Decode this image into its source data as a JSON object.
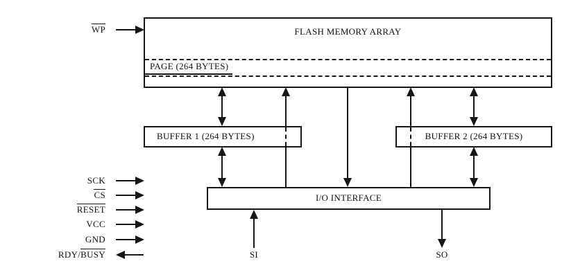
{
  "diagram": {
    "flash_array": {
      "title": "FLASH MEMORY ARRAY",
      "page_label": "PAGE (264 BYTES)"
    },
    "buffer1": {
      "label": "BUFFER 1 (264 BYTES)"
    },
    "buffer2": {
      "label": "BUFFER 2 (264 BYTES)"
    },
    "io_interface": {
      "label": "I/O INTERFACE"
    },
    "pins": {
      "wp": {
        "plain": "",
        "overlined": "WP",
        "direction": "in"
      },
      "left": [
        {
          "plain": "SCK",
          "overlined": "",
          "direction": "in"
        },
        {
          "plain": "",
          "overlined": "CS",
          "direction": "in"
        },
        {
          "plain": "",
          "overlined": "RESET",
          "direction": "in"
        },
        {
          "plain": "VCC",
          "overlined": "",
          "direction": "in"
        },
        {
          "plain": "GND",
          "overlined": "",
          "direction": "in"
        },
        {
          "plain": "RDY/",
          "overlined": "BUSY",
          "direction": "out"
        }
      ],
      "si": {
        "label": "SI",
        "direction": "in"
      },
      "so": {
        "label": "SO",
        "direction": "out"
      }
    },
    "colors": {
      "line": "#161616",
      "text": "#111111",
      "background": "#ffffff"
    }
  }
}
